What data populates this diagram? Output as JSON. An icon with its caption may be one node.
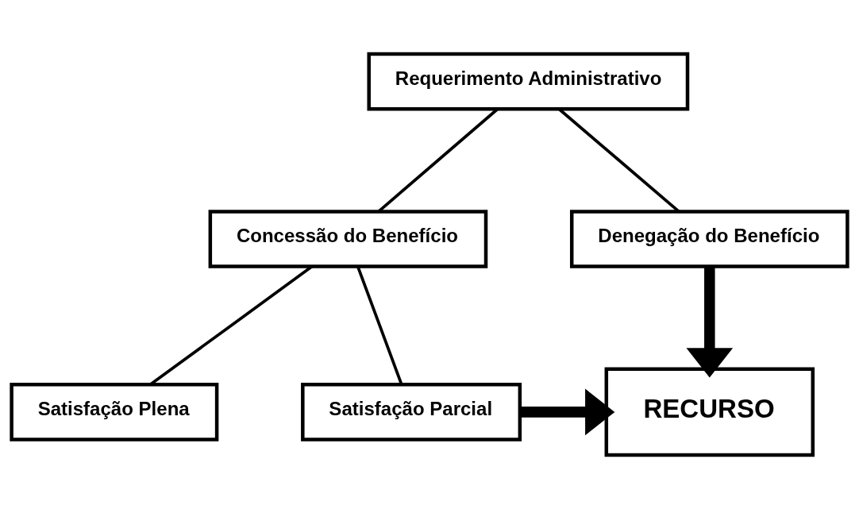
{
  "diagram": {
    "nodes": [
      {
        "text": [
          "Requerimento Administrativo"
        ]
      },
      {
        "text": [
          "Concessão do Benefício"
        ]
      },
      {
        "text": [
          "Denegação do Benefício"
        ]
      },
      {
        "text": [
          "Satisfação Plena"
        ]
      },
      {
        "text": [
          "Satisfação Parcial"
        ]
      },
      {
        "text": [
          "RECURSO"
        ]
      }
    ],
    "edges": [
      {
        "from": 0,
        "to": 1,
        "arrow": "none"
      },
      {
        "from": 0,
        "to": 2,
        "arrow": "none"
      },
      {
        "from": 1,
        "to": 3,
        "arrow": "none"
      },
      {
        "from": 1,
        "to": 4,
        "arrow": "none"
      },
      {
        "from": 2,
        "to": 5,
        "arrow": "to",
        "style": "thick"
      },
      {
        "from": 4,
        "to": 5,
        "arrow": "to",
        "style": "thick"
      }
    ]
  }
}
